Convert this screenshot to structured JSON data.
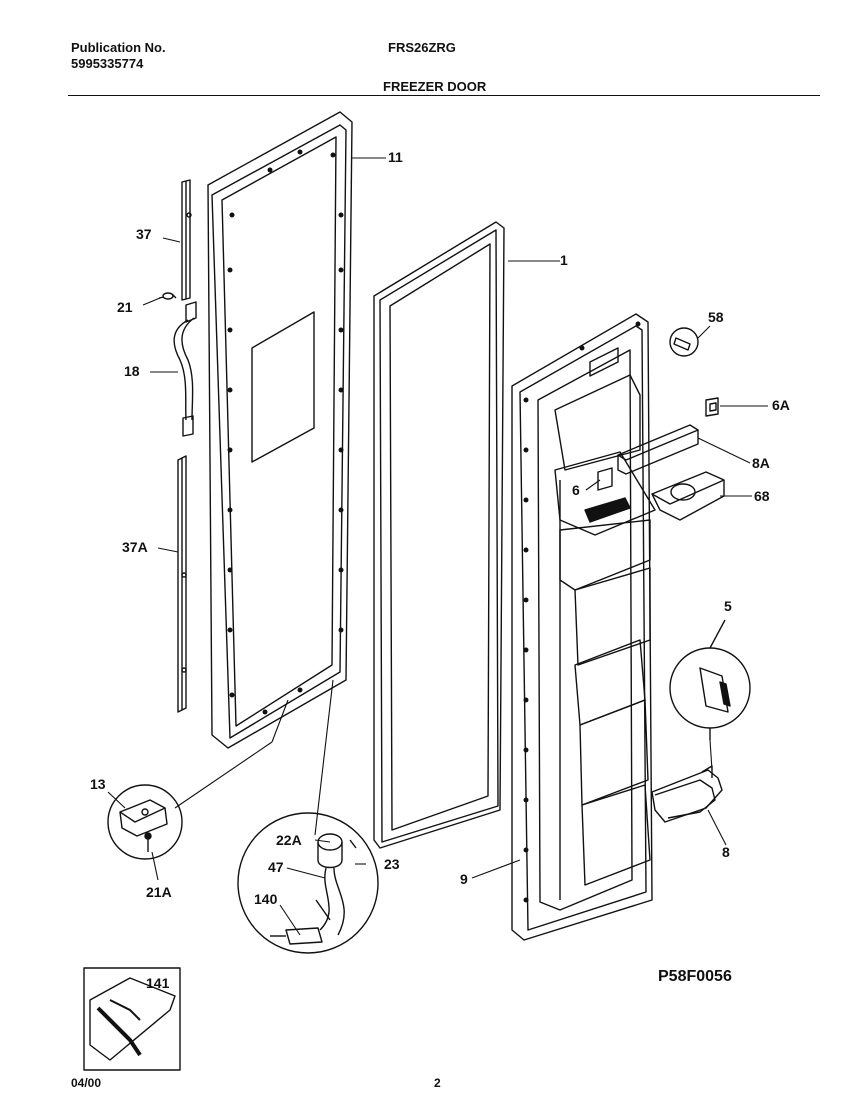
{
  "header": {
    "publication_label": "Publication No.",
    "publication_number": "5995335774",
    "model": "FRS26ZRG",
    "section_title": "FREEZER DOOR"
  },
  "callouts": {
    "c11": "11",
    "c1": "1",
    "c37": "37",
    "c21": "21",
    "c18": "18",
    "c37a": "37A",
    "c58": "58",
    "c6a": "6A",
    "c8a": "8A",
    "c6": "6",
    "c68": "68",
    "c5": "5",
    "c13": "13",
    "c21a": "21A",
    "c22a": "22A",
    "c47": "47",
    "c23": "23",
    "c140": "140",
    "c9": "9",
    "c8": "8",
    "c141": "141"
  },
  "diagram_code": "P58F0056",
  "footer": {
    "date": "04/00",
    "page": "2"
  }
}
